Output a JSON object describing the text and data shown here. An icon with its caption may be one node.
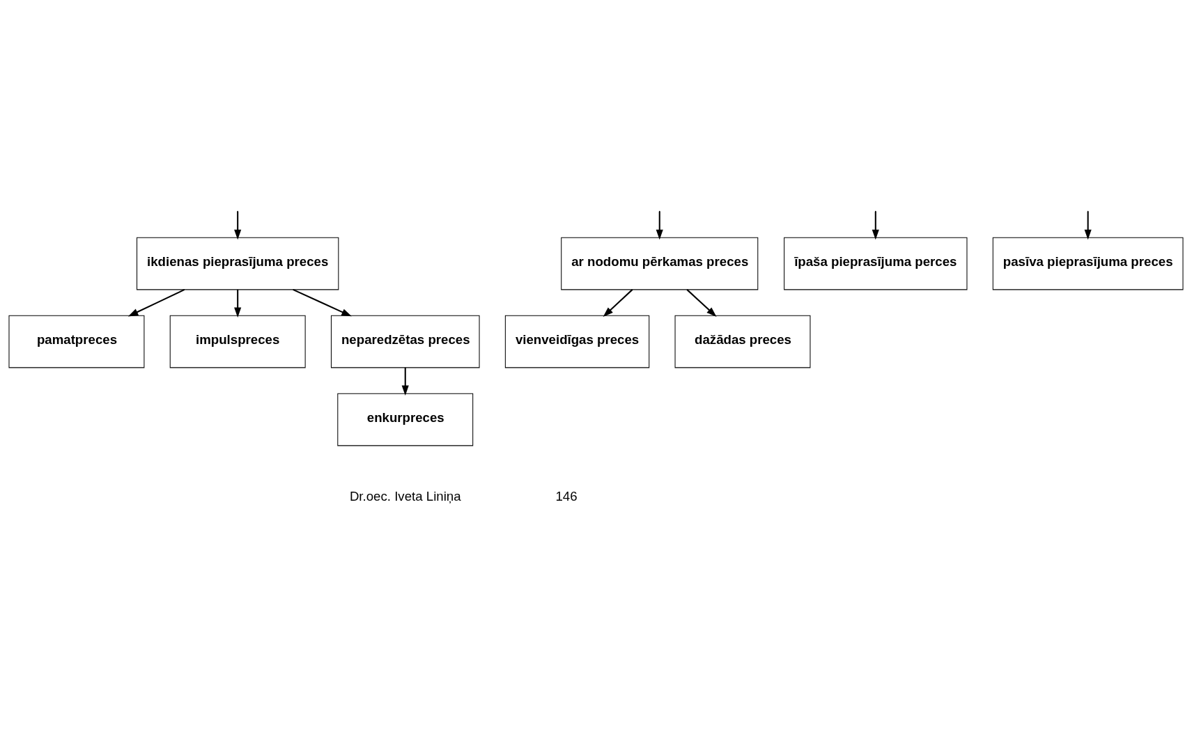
{
  "diagram": {
    "nodes": [
      {
        "text": [
          "ikdienas pieprasījuma preces"
        ]
      },
      {
        "text": [
          "ar nodomu pērkamas preces"
        ]
      },
      {
        "text": [
          "īpaša pieprasījuma perces"
        ]
      },
      {
        "text": [
          "pasīva pieprasījuma preces"
        ]
      },
      {
        "text": [
          "pamatpreces"
        ]
      },
      {
        "text": [
          "vienveidīgas preces"
        ]
      },
      {
        "text": [
          "impulspreces"
        ]
      },
      {
        "text": [
          "dažādas preces"
        ]
      },
      {
        "text": [
          "neparedzētas preces"
        ]
      },
      {
        "text": [
          "enkurpreces"
        ]
      }
    ],
    "edges": [
      {
        "from": null,
        "to": 0,
        "arrow": "to"
      },
      {
        "from": null,
        "to": 1,
        "arrow": "to"
      },
      {
        "from": null,
        "to": 2,
        "arrow": "to"
      },
      {
        "from": null,
        "to": 3,
        "arrow": "to"
      },
      {
        "from": 0,
        "to": 4,
        "arrow": "to"
      },
      {
        "from": 0,
        "to": 6,
        "arrow": "to"
      },
      {
        "from": 0,
        "to": 8,
        "arrow": "to"
      },
      {
        "from": 1,
        "to": 5,
        "arrow": "to"
      },
      {
        "from": 1,
        "to": 7,
        "arrow": "to"
      },
      {
        "from": 8,
        "to": 9,
        "arrow": "to"
      }
    ],
    "labels": [
      "Dr.oec. Iveta Liniņa",
      "146"
    ]
  }
}
